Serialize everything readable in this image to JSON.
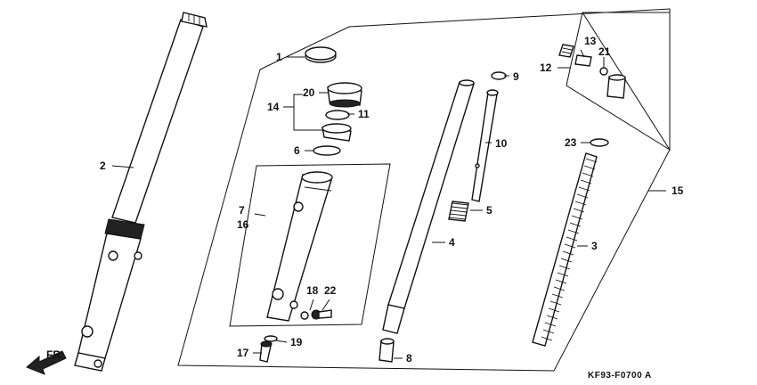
{
  "diagram": {
    "drawing_code": "KF93-F0700 A",
    "direction_label": "FR.",
    "callouts": {
      "c1": "1",
      "c2": "2",
      "c3": "3",
      "c4": "4",
      "c5": "5",
      "c6": "6",
      "c7": "7",
      "c8": "8",
      "c9": "9",
      "c10": "10",
      "c11": "11",
      "c12": "12",
      "c13": "13",
      "c14": "14",
      "c15": "15",
      "c16": "16",
      "c17": "17",
      "c18": "18",
      "c19": "19",
      "c20": "20",
      "c21": "21",
      "c22": "22",
      "c23": "23"
    }
  }
}
